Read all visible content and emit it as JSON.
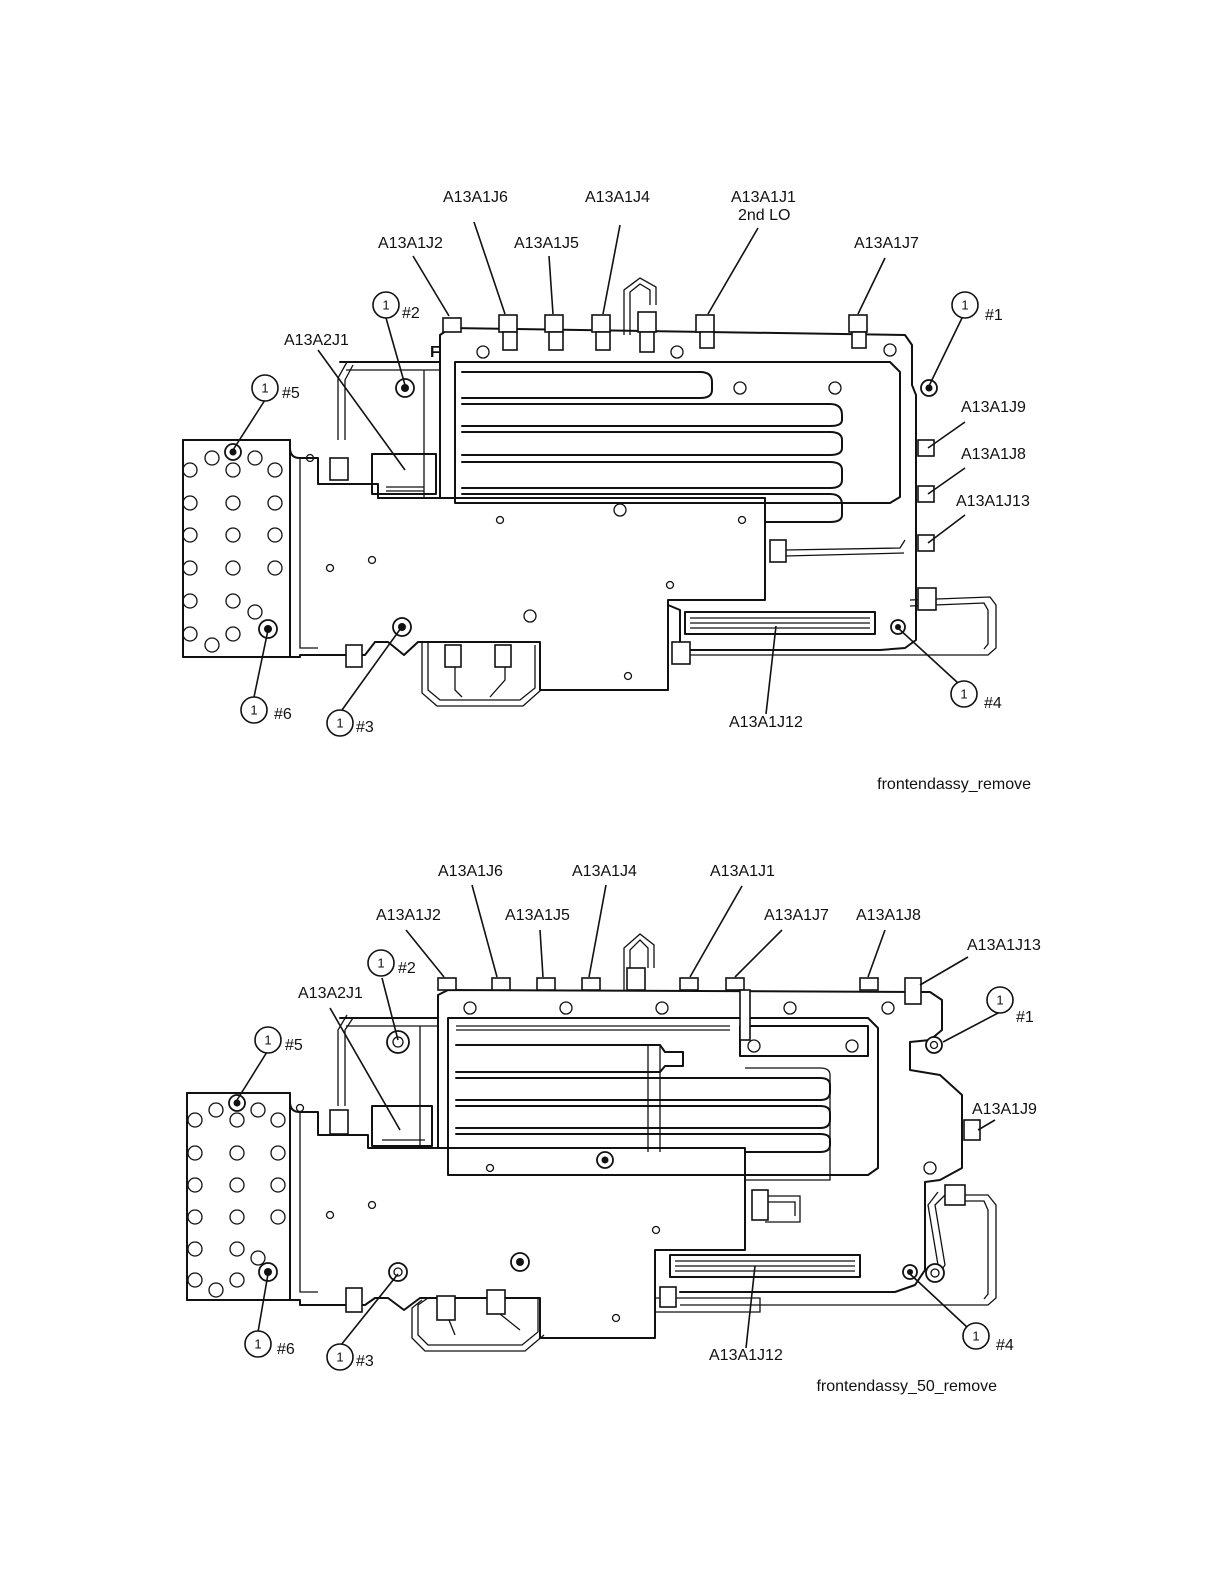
{
  "figures": [
    {
      "caption": "frontendassy_remove",
      "labels": [
        {
          "id": "j6",
          "lines": [
            "A13A1J6"
          ]
        },
        {
          "id": "j4",
          "lines": [
            "A13A1J4"
          ]
        },
        {
          "id": "j1",
          "lines": [
            "A13A1J1",
            "2nd LO"
          ]
        },
        {
          "id": "j2",
          "lines": [
            "A13A1J2"
          ]
        },
        {
          "id": "j5",
          "lines": [
            "A13A1J5"
          ]
        },
        {
          "id": "j7",
          "lines": [
            "A13A1J7"
          ]
        },
        {
          "id": "a2j1",
          "lines": [
            "A13A2J1"
          ]
        },
        {
          "id": "j9",
          "lines": [
            "A13A1J9"
          ]
        },
        {
          "id": "j8",
          "lines": [
            "A13A1J8"
          ]
        },
        {
          "id": "j13",
          "lines": [
            "A13A1J13"
          ]
        },
        {
          "id": "j12",
          "lines": [
            "A13A1J12"
          ]
        }
      ],
      "callouts": [
        {
          "id": "c1",
          "number": "1",
          "tag": "#1"
        },
        {
          "id": "c2",
          "number": "1",
          "tag": "#2"
        },
        {
          "id": "c3",
          "number": "1",
          "tag": "#3"
        },
        {
          "id": "c4",
          "number": "1",
          "tag": "#4"
        },
        {
          "id": "c5",
          "number": "1",
          "tag": "#5"
        },
        {
          "id": "c6",
          "number": "1",
          "tag": "#6"
        }
      ]
    },
    {
      "caption": "frontendassy_50_remove",
      "labels": [
        {
          "id": "j6",
          "lines": [
            "A13A1J6"
          ]
        },
        {
          "id": "j4",
          "lines": [
            "A13A1J4"
          ]
        },
        {
          "id": "j1",
          "lines": [
            "A13A1J1"
          ]
        },
        {
          "id": "j2",
          "lines": [
            "A13A1J2"
          ]
        },
        {
          "id": "j5",
          "lines": [
            "A13A1J5"
          ]
        },
        {
          "id": "j7",
          "lines": [
            "A13A1J7"
          ]
        },
        {
          "id": "j8",
          "lines": [
            "A13A1J8"
          ]
        },
        {
          "id": "j13",
          "lines": [
            "A13A1J13"
          ]
        },
        {
          "id": "a2j1",
          "lines": [
            "A13A2J1"
          ]
        },
        {
          "id": "j9",
          "lines": [
            "A13A1J9"
          ]
        },
        {
          "id": "j12",
          "lines": [
            "A13A1J12"
          ]
        }
      ],
      "callouts": [
        {
          "id": "c1",
          "number": "1",
          "tag": "#1"
        },
        {
          "id": "c2",
          "number": "1",
          "tag": "#2"
        },
        {
          "id": "c3",
          "number": "1",
          "tag": "#3"
        },
        {
          "id": "c4",
          "number": "1",
          "tag": "#4"
        },
        {
          "id": "c5",
          "number": "1",
          "tag": "#5"
        },
        {
          "id": "c6",
          "number": "1",
          "tag": "#6"
        }
      ]
    }
  ]
}
